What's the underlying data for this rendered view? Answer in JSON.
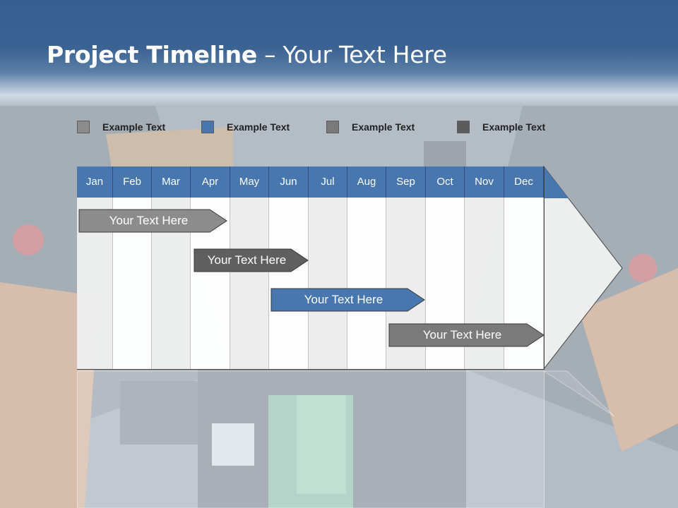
{
  "title": {
    "bold": "Project Timeline",
    "light": " – Your Text Here"
  },
  "legend": [
    {
      "label": "Example Text",
      "color": "#8c8c8c"
    },
    {
      "label": "Example Text",
      "color": "#4777ae"
    },
    {
      "label": "Example Text",
      "color": "#7a7a7a"
    },
    {
      "label": "Example Text",
      "color": "#5c5c5c"
    }
  ],
  "months": [
    "Jan",
    "Feb",
    "Mar",
    "Apr",
    "May",
    "Jun",
    "Jul",
    "Aug",
    "Sep",
    "Oct",
    "Nov",
    "Dec"
  ],
  "tasks": [
    {
      "label": "Your  Text Here",
      "color": "#8c8c8c",
      "start_month": "Jan",
      "end_month": "Apr"
    },
    {
      "label": "Your  Text Here",
      "color": "#5f5f5f",
      "start_month": "Apr",
      "end_month": "Jun"
    },
    {
      "label": "Your  Text Here",
      "color": "#4777ae",
      "start_month": "Jun",
      "end_month": "Sep"
    },
    {
      "label": "Your  Text Here",
      "color": "#7a7a7a",
      "start_month": "Sep",
      "end_month": "Dec"
    }
  ],
  "colors": {
    "header": "#365e8e",
    "month_header": "#4777ae",
    "arrow_fill": "#efefef"
  }
}
